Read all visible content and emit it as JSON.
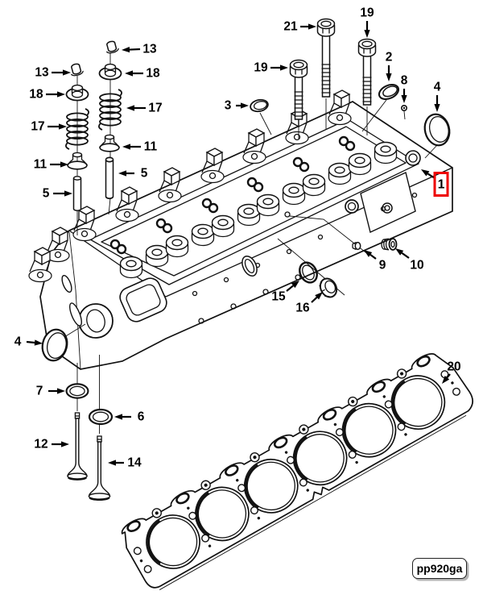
{
  "figure": {
    "code_label": "pp920ga"
  },
  "colors": {
    "line": "#111111",
    "highlight_box": "#ee0000",
    "background": "#ffffff",
    "callout_text": "#000000"
  },
  "callouts": [
    {
      "label": "13",
      "text": [
        52,
        90
      ],
      "line": [
        [
          64,
          90
        ],
        [
          88,
          90
        ]
      ],
      "boxed": false
    },
    {
      "label": "18",
      "text": [
        45,
        117
      ],
      "line": [
        [
          57,
          117
        ],
        [
          81,
          117
        ]
      ],
      "boxed": false
    },
    {
      "label": "17",
      "text": [
        47,
        157
      ],
      "line": [
        [
          59,
          157
        ],
        [
          83,
          157
        ]
      ],
      "boxed": false
    },
    {
      "label": "11",
      "text": [
        50,
        204
      ],
      "line": [
        [
          62,
          204
        ],
        [
          85,
          204
        ]
      ],
      "boxed": false
    },
    {
      "label": "5",
      "text": [
        57,
        240
      ],
      "line": [
        [
          66,
          240
        ],
        [
          90,
          240
        ]
      ],
      "boxed": false
    },
    {
      "label": "13",
      "text": [
        186,
        61
      ],
      "line": [
        [
          174,
          61
        ],
        [
          151,
          62
        ]
      ],
      "boxed": false
    },
    {
      "label": "18",
      "text": [
        190,
        91
      ],
      "line": [
        [
          178,
          91
        ],
        [
          155,
          91
        ]
      ],
      "boxed": false
    },
    {
      "label": "17",
      "text": [
        193,
        134
      ],
      "line": [
        [
          181,
          134
        ],
        [
          157,
          134
        ]
      ],
      "boxed": false
    },
    {
      "label": "11",
      "text": [
        187,
        182
      ],
      "line": [
        [
          175,
          182
        ],
        [
          152,
          182
        ]
      ],
      "boxed": false
    },
    {
      "label": "5",
      "text": [
        179,
        215
      ],
      "line": [
        [
          167,
          215
        ],
        [
          147,
          215
        ]
      ],
      "boxed": false
    },
    {
      "label": "3",
      "text": [
        283,
        131
      ],
      "line": [
        [
          293,
          131
        ],
        [
          309,
          131
        ]
      ],
      "boxed": false
    },
    {
      "label": "21",
      "text": [
        361,
        33
      ],
      "line": [
        [
          373,
          33
        ],
        [
          393,
          33
        ]
      ],
      "boxed": false
    },
    {
      "label": "19",
      "text": [
        456,
        16
      ],
      "line": [
        [
          456,
          26
        ],
        [
          456,
          47
        ]
      ],
      "boxed": false
    },
    {
      "label": "19",
      "text": [
        324,
        84
      ],
      "line": [
        [
          336,
          84
        ],
        [
          358,
          84
        ]
      ],
      "boxed": false
    },
    {
      "label": "2",
      "text": [
        483,
        71
      ],
      "line": [
        [
          483,
          81
        ],
        [
          483,
          101
        ]
      ],
      "boxed": false
    },
    {
      "label": "8",
      "text": [
        502,
        100
      ],
      "line": [
        [
          502,
          110
        ],
        [
          502,
          128
        ]
      ],
      "boxed": false
    },
    {
      "label": "4",
      "text": [
        543,
        108
      ],
      "line": [
        [
          543,
          118
        ],
        [
          543,
          139
        ]
      ],
      "boxed": false
    },
    {
      "label": "1",
      "text": [
        548,
        229
      ],
      "line": [
        [
          540,
          221
        ],
        [
          523,
          210
        ]
      ],
      "boxed": true
    },
    {
      "label": "4",
      "text": [
        22,
        424
      ],
      "line": [
        [
          33,
          424
        ],
        [
          53,
          426
        ]
      ],
      "boxed": false
    },
    {
      "label": "7",
      "text": [
        49,
        485
      ],
      "line": [
        [
          60,
          485
        ],
        [
          81,
          485
        ]
      ],
      "boxed": false
    },
    {
      "label": "6",
      "text": [
        175,
        517
      ],
      "line": [
        [
          163,
          517
        ],
        [
          142,
          517
        ]
      ],
      "boxed": false
    },
    {
      "label": "12",
      "text": [
        51,
        551
      ],
      "line": [
        [
          64,
          551
        ],
        [
          86,
          551
        ]
      ],
      "boxed": false
    },
    {
      "label": "14",
      "text": [
        167,
        574
      ],
      "line": [
        [
          154,
          574
        ],
        [
          134,
          574
        ]
      ],
      "boxed": false
    },
    {
      "label": "15",
      "text": [
        346,
        368
      ],
      "line": [
        [
          356,
          361
        ],
        [
          372,
          348
        ]
      ],
      "boxed": false
    },
    {
      "label": "16",
      "text": [
        376,
        382
      ],
      "line": [
        [
          387,
          375
        ],
        [
          401,
          362
        ]
      ],
      "boxed": false
    },
    {
      "label": "9",
      "text": [
        475,
        329
      ],
      "line": [
        [
          467,
          321
        ],
        [
          452,
          310
        ]
      ],
      "boxed": false
    },
    {
      "label": "10",
      "text": [
        518,
        329
      ],
      "line": [
        [
          508,
          320
        ],
        [
          491,
          308
        ]
      ],
      "boxed": false
    },
    {
      "label": "20",
      "text": [
        564,
        455
      ],
      "line": [
        [
          559,
          464
        ],
        [
          549,
          476
        ]
      ],
      "boxed": false
    }
  ]
}
